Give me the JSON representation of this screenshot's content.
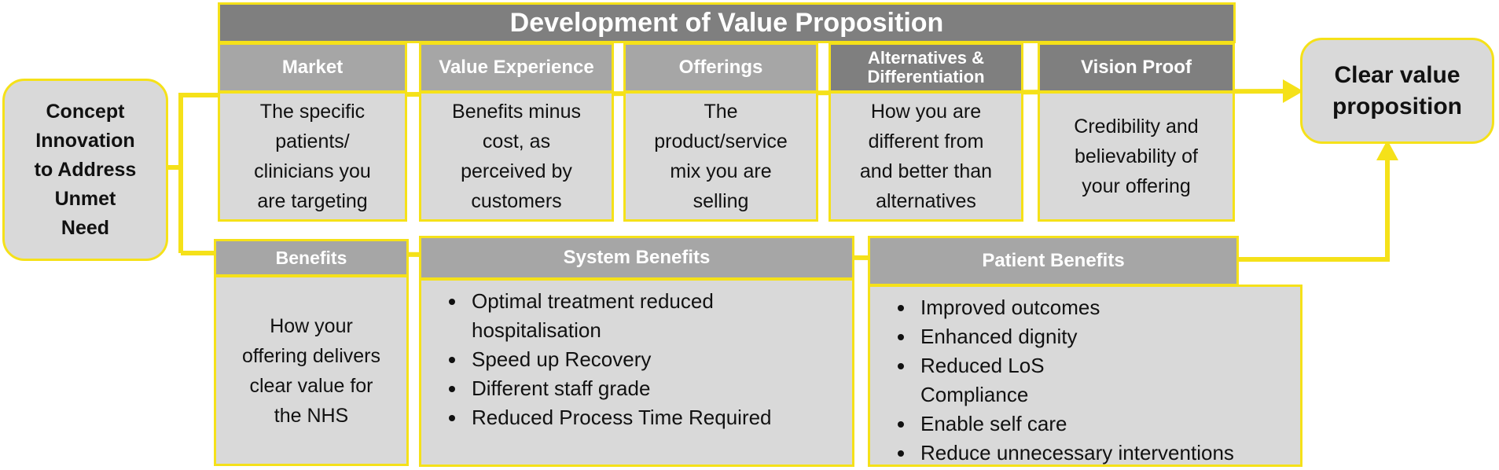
{
  "title": "Development of Value Proposition",
  "concept": {
    "lines": [
      "Concept",
      "Innovation",
      "to Address",
      "Unmet",
      "Need"
    ]
  },
  "outcome": {
    "lines": [
      "Clear value",
      "proposition"
    ]
  },
  "columns": [
    {
      "header": "Market",
      "text": [
        "The specific",
        "patients/",
        "clinicians you",
        "are targeting"
      ]
    },
    {
      "header": "Value Experience",
      "text": [
        "Benefits minus",
        "cost, as",
        "perceived by",
        "customers"
      ]
    },
    {
      "header": "Offerings",
      "text": [
        "The",
        "product/service",
        "mix you are",
        "selling"
      ]
    },
    {
      "header_lines": [
        "Alternatives &",
        "Differentiation"
      ],
      "text": [
        "How you are",
        "different from",
        "and better than",
        "alternatives"
      ]
    },
    {
      "header": "Vision Proof",
      "text": [
        "Credibility and",
        "believability of",
        "your offering"
      ]
    }
  ],
  "benefits": {
    "header": "Benefits",
    "text": [
      "How your",
      "offering delivers",
      "clear value for",
      "the NHS"
    ]
  },
  "system_benefits": {
    "header": "System Benefits",
    "items": [
      "Optimal treatment reduced hospitalisation",
      "Speed up Recovery",
      "Different staff grade",
      "Reduced Process Time Required"
    ]
  },
  "patient_benefits": {
    "header": "Patient Benefits",
    "items": [
      "Improved outcomes",
      "Enhanced dignity",
      "Reduced LoS Compliance",
      "Enable self care",
      "Reduce unnecessary interventions"
    ]
  },
  "colors": {
    "accent": "#f5e119",
    "header_dark": "#7f7f7f",
    "header_light": "#a6a6a6",
    "box": "#d9d9d9"
  }
}
